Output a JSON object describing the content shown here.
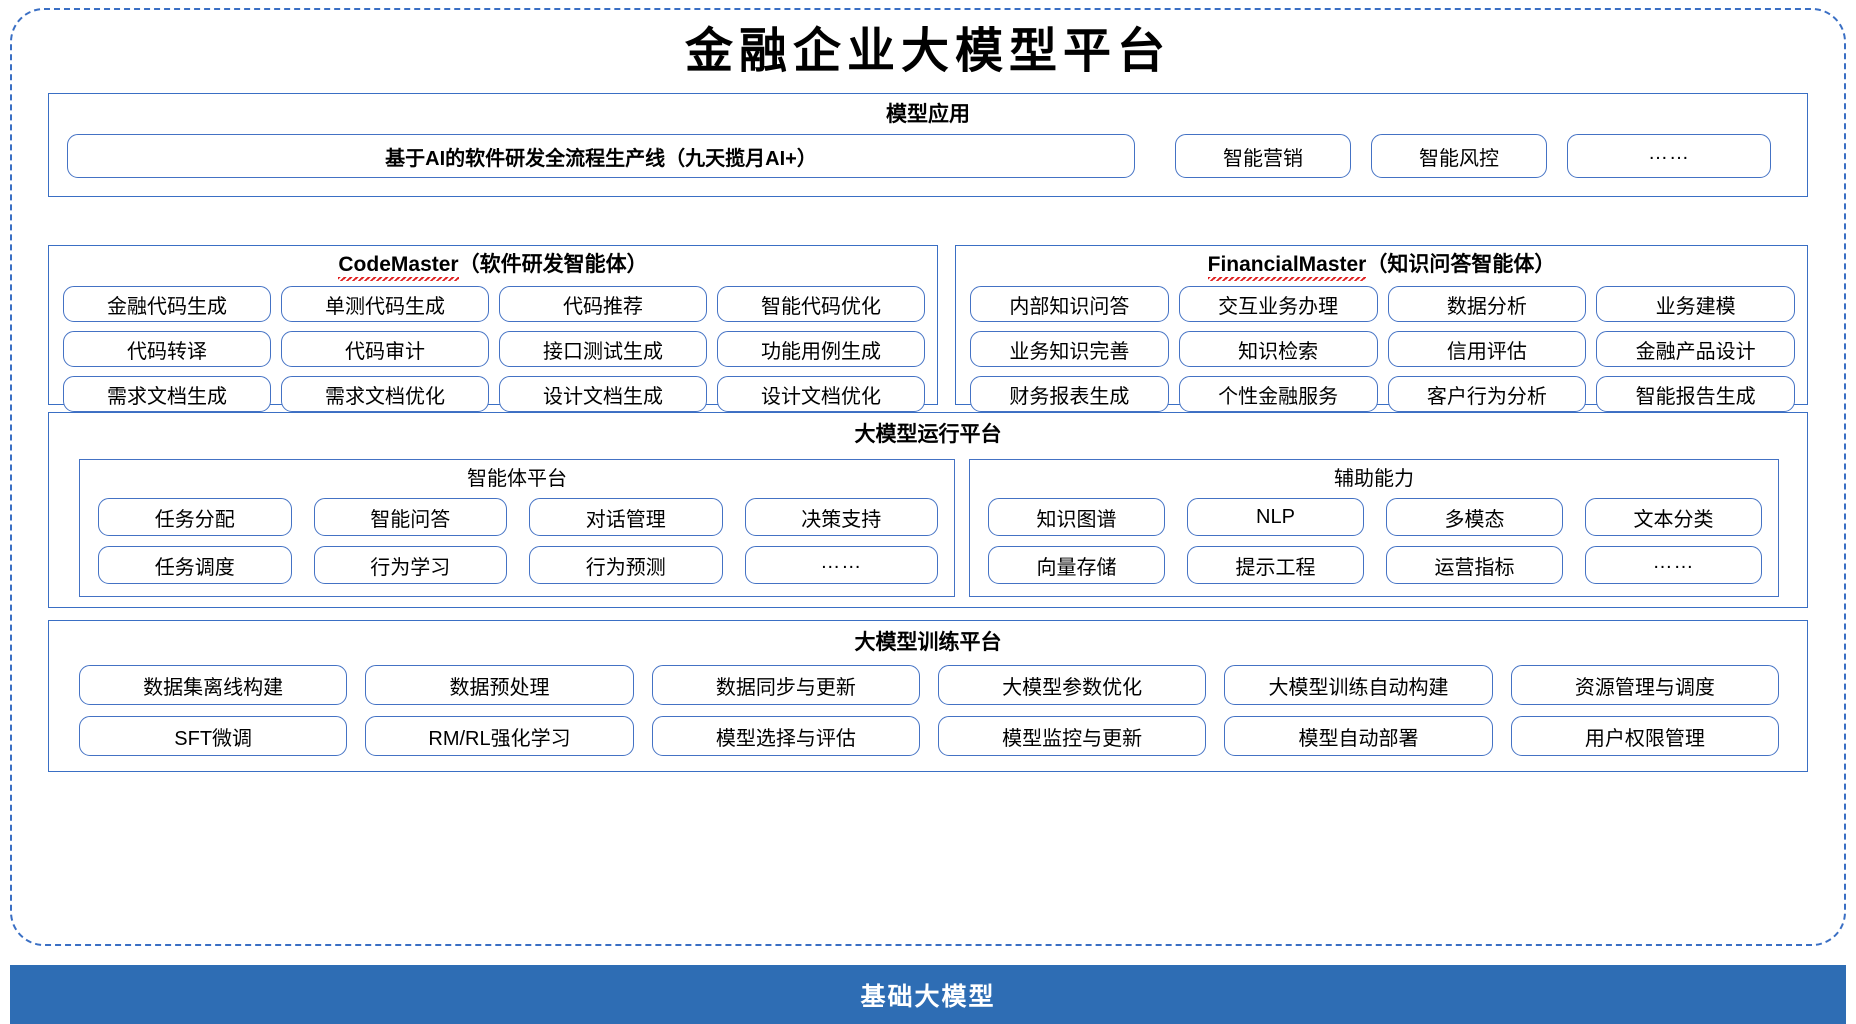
{
  "title": "金融企业大模型平台",
  "model_application": {
    "title": "模型应用",
    "items": [
      {
        "label": "基于AI的软件研发全流程生产线（九天揽月AI+）",
        "style": "bold"
      },
      {
        "label": "智能营销",
        "style": "normal"
      },
      {
        "label": "智能风控",
        "style": "normal"
      },
      {
        "label": "……",
        "style": "ellipsis"
      }
    ]
  },
  "agents": [
    {
      "en_name": "CodeMaster",
      "cn_name": "（软件研发智能体）",
      "spellcheck_underline": true,
      "items": [
        "金融代码生成",
        "单测代码生成",
        "代码推荐",
        "智能代码优化",
        "代码转译",
        "代码审计",
        "接口测试生成",
        "功能用例生成",
        "需求文档生成",
        "需求文档优化",
        "设计文档生成",
        "设计文档优化"
      ]
    },
    {
      "en_name": "FinancialMaster",
      "cn_name": "（知识问答智能体）",
      "spellcheck_underline": true,
      "items": [
        "内部知识问答",
        "交互业务办理",
        "数据分析",
        "业务建模",
        "业务知识完善",
        "知识检索",
        "信用评估",
        "金融产品设计",
        "财务报表生成",
        "个性金融服务",
        "客户行为分析",
        "智能报告生成"
      ]
    }
  ],
  "runtime_platform": {
    "title": "大模型运行平台",
    "subpanels": [
      {
        "title": "智能体平台",
        "items": [
          "任务分配",
          "智能问答",
          "对话管理",
          "决策支持",
          "任务调度",
          "行为学习",
          "行为预测",
          "……"
        ]
      },
      {
        "title": "辅助能力",
        "items": [
          "知识图谱",
          "NLP",
          "多模态",
          "文本分类",
          "向量存储",
          "提示工程",
          "运营指标",
          "……"
        ]
      }
    ]
  },
  "training_platform": {
    "title": "大模型训练平台",
    "items": [
      "数据集离线构建",
      "数据预处理",
      "数据同步与更新",
      "大模型参数优化",
      "大模型训练自动构建",
      "资源管理与调度",
      "SFT微调",
      "RM/RL强化学习",
      "模型选择与评估",
      "模型监控与更新",
      "模型自动部署",
      "用户权限管理"
    ]
  },
  "foundation": {
    "label": "基础大模型"
  },
  "colors": {
    "frame_border": "#3a6fc4",
    "pill_border": "#4472c4",
    "banner_bg": "#2e6db4",
    "banner_text": "#ffffff",
    "spellcheck": "#e02020"
  }
}
